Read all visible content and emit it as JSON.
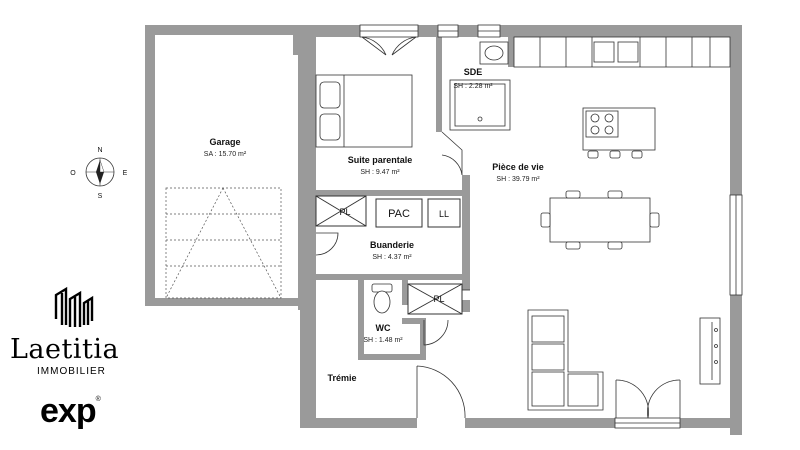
{
  "rooms": [
    {
      "name": "Garage",
      "area": "SA : 15.70 m²"
    },
    {
      "name": "Suite parentale",
      "area": "SH : 9.47 m²"
    },
    {
      "name": "SDE",
      "area": "SH : 2.28 m²"
    },
    {
      "name": "Pièce de vie",
      "area": "SH : 39.79 m²"
    },
    {
      "name": "Buanderie",
      "area": "SH : 4.37 m²"
    },
    {
      "name": "WC",
      "area": "SH : 1.48 m²"
    },
    {
      "name": "Trémie",
      "area": ""
    }
  ],
  "equipment": {
    "pac": "PAC",
    "ll": "LL",
    "pl_1": "PL",
    "pl_2": "PL"
  },
  "compass": {
    "n": "N",
    "s": "S",
    "e": "E",
    "o": "O"
  },
  "brand": {
    "name": "Laetitia",
    "subtitle": "IMMOBILIER",
    "network": "exp",
    "network_mark": "®"
  },
  "colors": {
    "wall": "#9a9a9a",
    "line": "#333333",
    "text": "#111111",
    "background": "#ffffff"
  }
}
